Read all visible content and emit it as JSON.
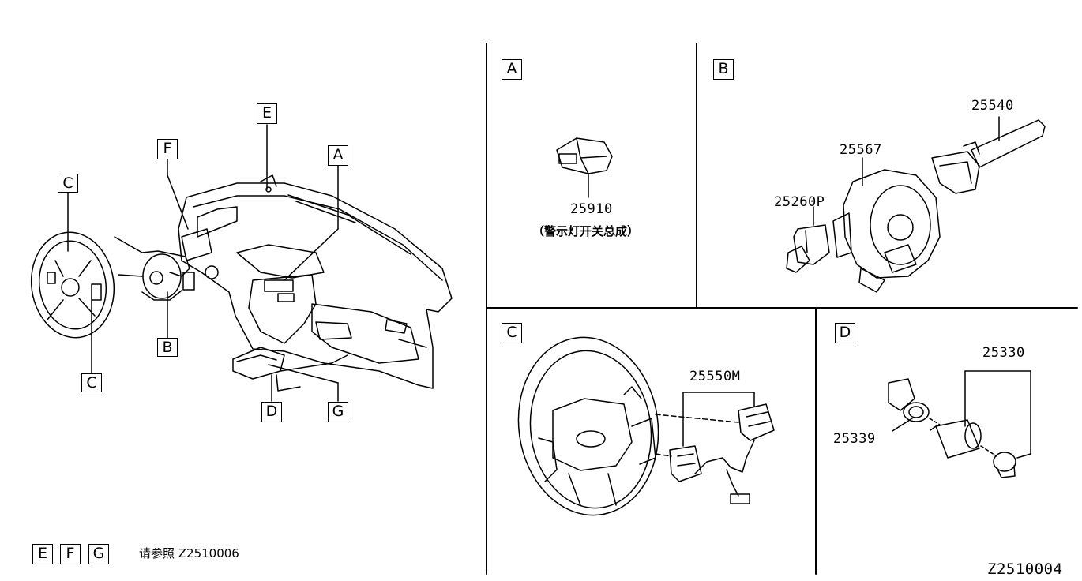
{
  "overview": {
    "callouts": [
      "A",
      "B",
      "C",
      "C",
      "D",
      "E",
      "F",
      "G"
    ]
  },
  "panels": {
    "A": {
      "label": "A",
      "part": "25910",
      "desc": "（警示灯开关总成）"
    },
    "B": {
      "label": "B",
      "parts": [
        "25540",
        "25567",
        "25260P"
      ]
    },
    "C": {
      "label": "C",
      "part": "25550M"
    },
    "D": {
      "label": "D",
      "parts": [
        "25330",
        "25339"
      ]
    }
  },
  "footer": {
    "refs": [
      "E",
      "F",
      "G"
    ],
    "see_text": "请参照 Z2510006",
    "diagram_code": "Z2510004"
  }
}
